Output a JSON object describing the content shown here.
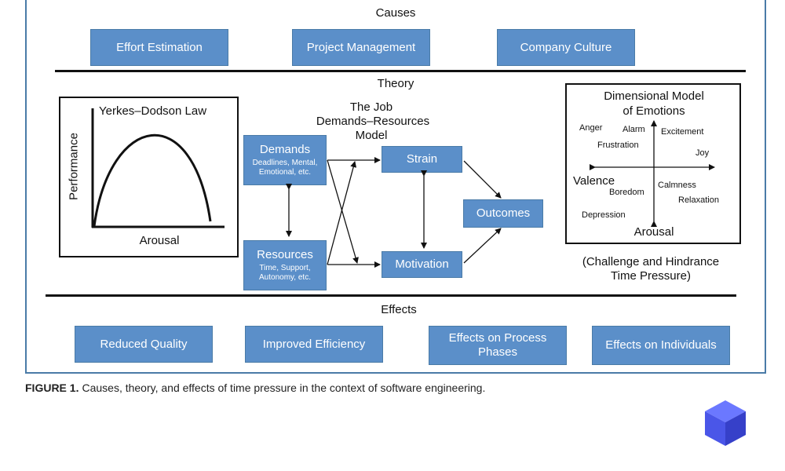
{
  "causes": {
    "title": "Causes",
    "items": [
      "Effort Estimation",
      "Project Management",
      "Company Culture"
    ]
  },
  "theory": {
    "title": "Theory",
    "yerkes": {
      "title": "Yerkes–Dodson Law",
      "ylabel": "Performance",
      "xlabel": "Arousal"
    },
    "jdr": {
      "title_lines": [
        "The Job",
        "Demands–Resources",
        "Model"
      ],
      "demands": {
        "label": "Demands",
        "sub": [
          "Deadlines, Mental,",
          "Emotional, etc."
        ]
      },
      "resources": {
        "label": "Resources",
        "sub": [
          "Time, Support,",
          "Autonomy, etc."
        ]
      },
      "strain": "Strain",
      "motivation": "Motivation",
      "outcomes": "Outcomes"
    },
    "emotions": {
      "title_lines": [
        "Dimensional Model",
        "of Emotions"
      ],
      "words": {
        "anger": "Anger",
        "alarm": "Alarm",
        "excitement": "Excitement",
        "frustration": "Frustration",
        "joy": "Joy",
        "valence": "Valence",
        "boredom": "Boredom",
        "calmness": "Calmness",
        "relaxation": "Relaxation",
        "depression": "Depression",
        "arousal": "Arousal"
      }
    },
    "hindrance_lines": [
      "(Challenge and  Hindrance",
      "Time Pressure)"
    ]
  },
  "effects": {
    "title": "Effects",
    "items": [
      "Reduced Quality",
      "Improved Efficiency",
      "Effects on Process Phases",
      "Effects on Individuals"
    ],
    "item3_lines": [
      "Effects on Process",
      "Phases"
    ]
  },
  "caption": {
    "label": "FIGURE 1.",
    "text": "Causes, theory, and effects of time pressure in the context of software engineering."
  },
  "colors": {
    "box": "#5b8fc9",
    "frame": "#4a7ba7",
    "cube": "#4f5bf0"
  },
  "icons": {
    "corner": "cube-icon"
  }
}
